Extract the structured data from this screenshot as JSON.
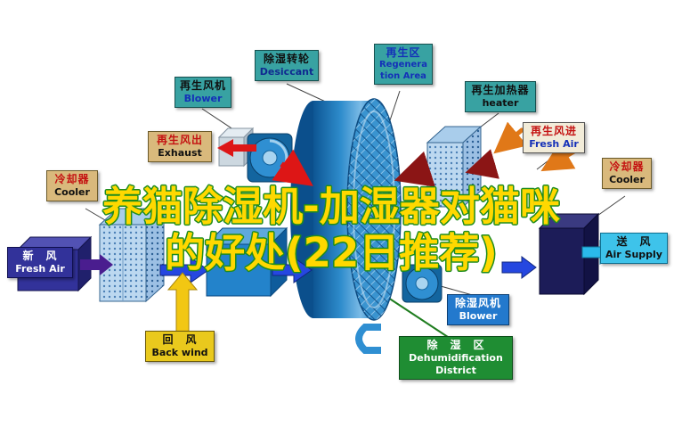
{
  "palette": {
    "background": "#ffffff",
    "title_fill": "#ffd800",
    "title_stroke": "#1e8c1e",
    "label_teal": "#38a2a2",
    "label_tan": "#d9b97c",
    "label_cream": "#f2ecd9",
    "label_yellow": "#e9c91d",
    "label_cyan": "#3ec3ea",
    "label_purple": "#32329a",
    "label_blue": "#2379cd",
    "label_green": "#1f8d33",
    "wheel_blue": "#2e8ccc",
    "arrow_red": "#dd1616",
    "arrow_dark_red": "#8b1515",
    "arrow_orange": "#e07818",
    "arrow_purple": "#4a1d8f",
    "arrow_blue": "#2547e0",
    "arrow_yellow": "#f2c713",
    "arrow_cyan": "#2ab9ea"
  },
  "title": {
    "line1": "养猫除湿机-加湿器对猫咪",
    "line2": "的好处(22日推荐)"
  },
  "labels": {
    "regen_blower": {
      "zh": "再生风机",
      "en": "Blower"
    },
    "desiccant_wheel": {
      "zh": "除湿转轮",
      "en": "Desiccant"
    },
    "regen_area": {
      "zh": "再生区",
      "en": "Regeneration Area"
    },
    "regen_heater": {
      "zh": "再生加热器",
      "en": "heater"
    },
    "regen_exhaust": {
      "zh": "再生风出",
      "en": "Exhaust"
    },
    "cooler_left": {
      "zh": "冷却器",
      "en": "Cooler"
    },
    "regen_fresh_air": {
      "zh": "再生风进",
      "en": "Fresh Air"
    },
    "cooler_right": {
      "zh": "冷却器",
      "en": "Cooler"
    },
    "fresh_air": {
      "zh": "新　风",
      "en": "Fresh Air"
    },
    "air_supply": {
      "zh": "送　风",
      "en": "Air Supply"
    },
    "back_wind": {
      "zh": "回　风",
      "en": "Back wind"
    },
    "dehumid_blower": {
      "zh": "除湿风机",
      "en": "Blower"
    },
    "dehumid_area": {
      "zh": "除　湿　区",
      "en": "Dehumidification District"
    }
  }
}
